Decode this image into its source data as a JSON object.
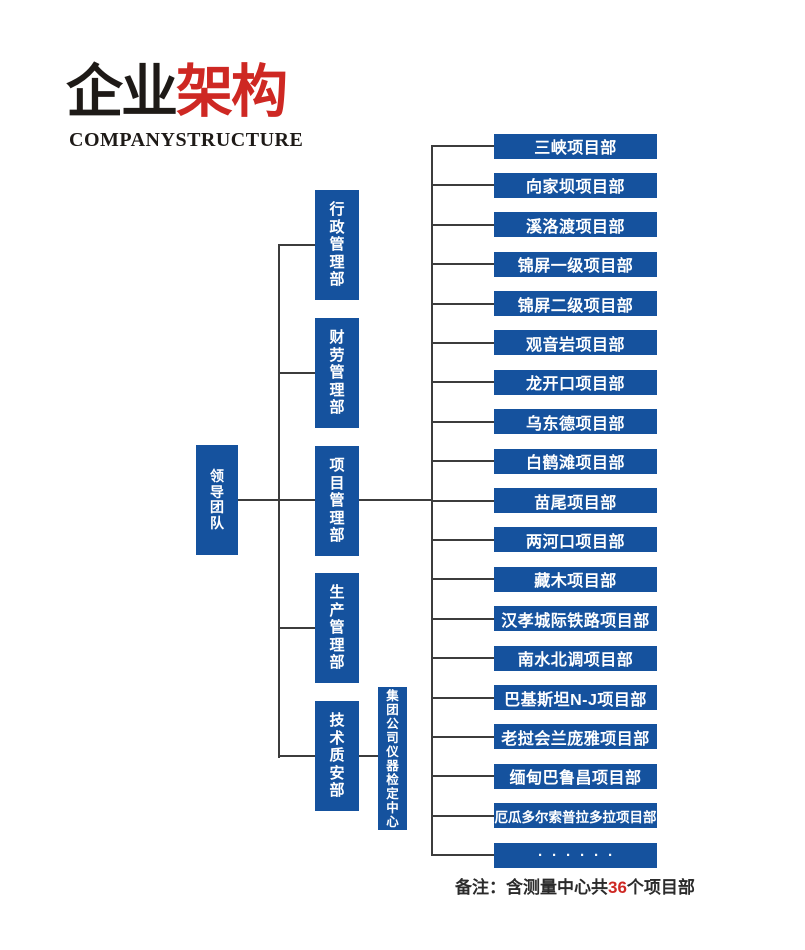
{
  "colors": {
    "box_blue": "#15529E",
    "accent_red": "#CE2823",
    "line": "#3C3C3C",
    "title_black": "#1E1A17"
  },
  "header": {
    "title_black": "企业",
    "title_red": "架构",
    "subtitle_word1": "COMPANY",
    "subtitle_word2": "STRUCTURE"
  },
  "chart": {
    "root": {
      "label": "领导团队"
    },
    "departments": [
      {
        "label": "行政管理部"
      },
      {
        "label": "财劳管理部"
      },
      {
        "label": "项目管理部"
      },
      {
        "label": "生产管理部"
      },
      {
        "label": "技术质安部"
      }
    ],
    "instrument_center": {
      "label": "集团公司仪器检定中心"
    },
    "projects": [
      "三峡项目部",
      "向家坝项目部",
      "溪洛渡项目部",
      "锦屏一级项目部",
      "锦屏二级项目部",
      "观音岩项目部",
      "龙开口项目部",
      "乌东德项目部",
      "白鹤滩项目部",
      "苗尾项目部",
      "两河口项目部",
      "藏木项目部",
      "汉孝城际铁路项目部",
      "南水北调项目部",
      "巴基斯坦N-J项目部",
      "老挝会兰庞雅项目部",
      "缅甸巴鲁昌项目部",
      "厄瓜多尔索普拉多拉项目部",
      "······"
    ]
  },
  "note": {
    "prefix": "备注：",
    "before": "含测量中心共",
    "highlight": "36",
    "after": "个项目部"
  }
}
